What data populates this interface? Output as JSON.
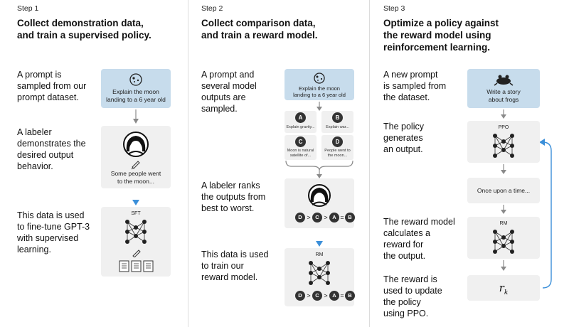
{
  "steps": [
    {
      "label": "Step 1",
      "title": "Collect demonstration data,\nand train a supervised policy.",
      "descriptions": [
        "A prompt is\nsampled from our\nprompt dataset.",
        "A labeler\ndemonstrates the\ndesired output\nbehavior.",
        "This data is used\nto fine-tune GPT-3\nwith supervised\nlearning."
      ],
      "prompt_text": "Explain the moon\nlanding to a 6 year old",
      "labeler_output": "Some people went\nto the moon...",
      "model_label": "SFT"
    },
    {
      "label": "Step 2",
      "title": "Collect comparison data,\nand train a reward model.",
      "descriptions": [
        "A prompt and\nseveral model\noutputs are\nsampled.",
        "A labeler ranks\nthe outputs from\nbest to worst.",
        "This data is used\nto train our\nreward model."
      ],
      "prompt_text": "Explain the moon\nlanding to a 6 year old",
      "outputs": [
        {
          "letter": "A",
          "text": "Explain gravity..."
        },
        {
          "letter": "B",
          "text": "Explain war..."
        },
        {
          "letter": "C",
          "text": "Moon is natural\nsatellite of..."
        },
        {
          "letter": "D",
          "text": "People went to\nthe moon..."
        }
      ],
      "ranking": [
        "D",
        ">",
        "C",
        ">",
        "A",
        "=",
        "B"
      ],
      "model_label": "RM"
    },
    {
      "label": "Step 3",
      "title": "Optimize a policy against\nthe reward model using\nreinforcement learning.",
      "descriptions": [
        "A new prompt\nis sampled from\nthe dataset.",
        "The policy\ngenerates\nan output.",
        "The reward model\ncalculates a\nreward for\nthe output.",
        "The reward is\nused to update\nthe policy\nusing PPO."
      ],
      "prompt_text": "Write a story\nabout frogs",
      "policy_label": "PPO",
      "policy_output": "Once upon a time...",
      "model_label": "RM",
      "reward_symbol": "r",
      "reward_subscript": "k"
    }
  ],
  "colors": {
    "prompt_box": "#c7dcec",
    "card": "#f0f0f0",
    "gray_arrow": "#8a8a8a",
    "blue_arrow": "#3b8fd9",
    "divider": "#dcdcdc"
  }
}
